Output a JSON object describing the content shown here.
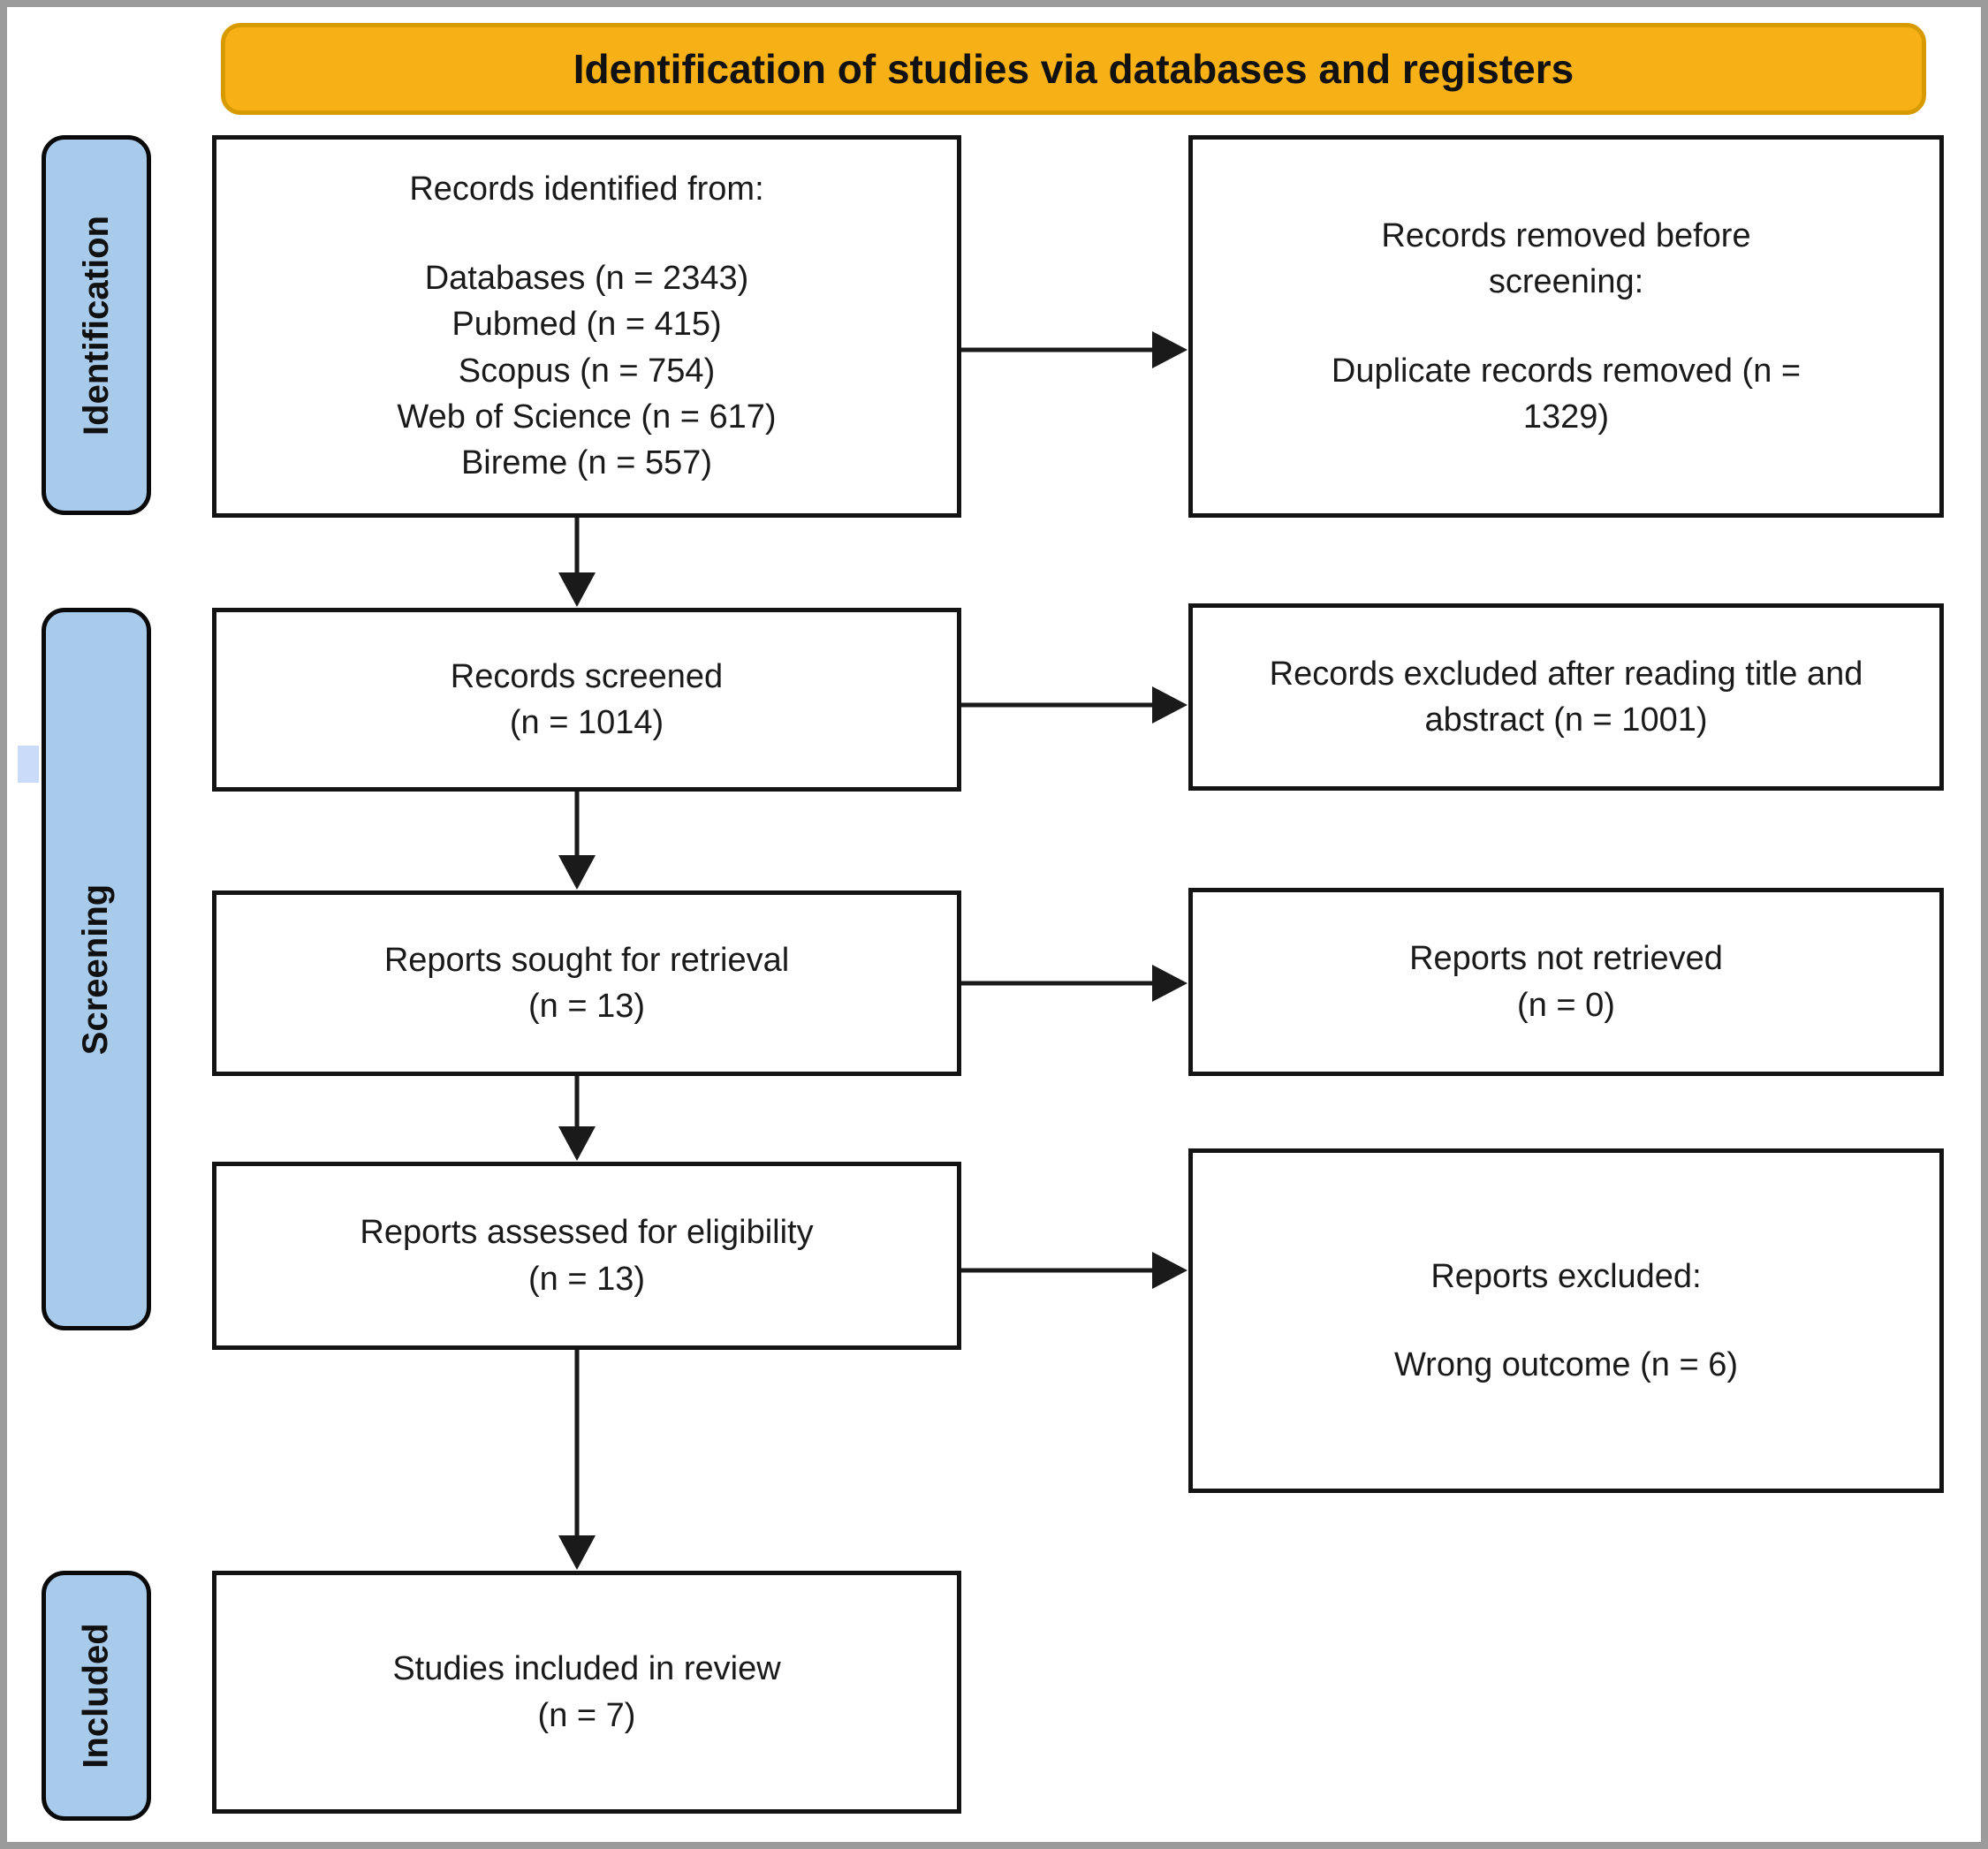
{
  "banner": {
    "title": "Identification of studies via databases and registers"
  },
  "stages": [
    {
      "label": "Identification"
    },
    {
      "label": "Screening"
    },
    {
      "label": "Included"
    }
  ],
  "flow": {
    "records_identified": {
      "title": "Records identified from:",
      "items": [
        "Databases (n = 2343)",
        "Pubmed (n = 415)",
        "Scopus (n = 754)",
        "Web of Science (n = 617)",
        "Bireme (n = 557)"
      ]
    },
    "records_removed": {
      "title": "Records removed before screening:",
      "body": "Duplicate records removed (n = 1329)"
    },
    "records_screened": {
      "label": "Records screened",
      "count": "(n = 1014)"
    },
    "records_excluded": {
      "label": "Records excluded after reading title and abstract (n = 1001)"
    },
    "reports_sought": {
      "label": "Reports sought for retrieval",
      "count": "(n = 13)"
    },
    "reports_not_retrieved": {
      "label": "Reports not retrieved",
      "count": "(n = 0)"
    },
    "reports_assessed": {
      "label": "Reports assessed for eligibility",
      "count": "(n = 13)"
    },
    "reports_excluded": {
      "title": "Reports excluded:",
      "body": "Wrong outcome (n = 6)"
    },
    "studies_included": {
      "label": "Studies included in review",
      "count": "(n = 7)"
    }
  },
  "colors": {
    "banner_fill": "#F7B015",
    "banner_border": "#D79B00",
    "stage_fill": "#A9CBEB",
    "box_border": "#141414",
    "frame_border": "#9B9B9B",
    "arrow": "#1A1A1A"
  }
}
